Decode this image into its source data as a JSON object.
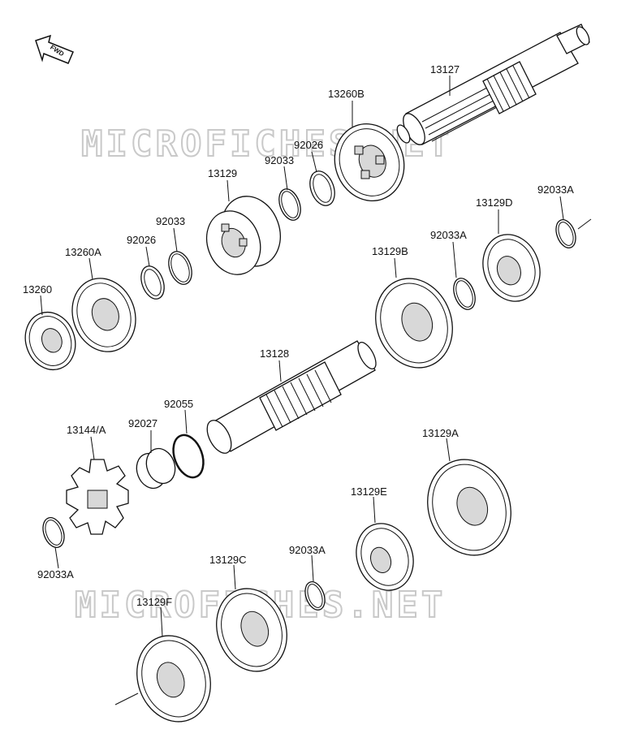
{
  "fwd_label": "FWD",
  "watermark": "MICROFICHES.NET",
  "parts": [
    {
      "id": "p13127",
      "number": "13127"
    },
    {
      "id": "p13260B",
      "number": "13260B"
    },
    {
      "id": "p92026a",
      "number": "92026"
    },
    {
      "id": "p92033a",
      "number": "92033"
    },
    {
      "id": "p13129",
      "number": "13129"
    },
    {
      "id": "p92033b",
      "number": "92033"
    },
    {
      "id": "p92026b",
      "number": "92026"
    },
    {
      "id": "p13260A",
      "number": "13260A"
    },
    {
      "id": "p13260",
      "number": "13260"
    },
    {
      "id": "p92033Aa",
      "number": "92033A"
    },
    {
      "id": "p13129D",
      "number": "13129D"
    },
    {
      "id": "p92033Ab",
      "number": "92033A"
    },
    {
      "id": "p13129B",
      "number": "13129B"
    },
    {
      "id": "p13128",
      "number": "13128"
    },
    {
      "id": "p92055",
      "number": "92055"
    },
    {
      "id": "p92027",
      "number": "92027"
    },
    {
      "id": "p13144A",
      "number": "13144/A"
    },
    {
      "id": "p92033Ac",
      "number": "92033A"
    },
    {
      "id": "p13129A",
      "number": "13129A"
    },
    {
      "id": "p13129E",
      "number": "13129E"
    },
    {
      "id": "p92033Ad",
      "number": "92033A"
    },
    {
      "id": "p13129C",
      "number": "13129C"
    },
    {
      "id": "p13129F",
      "number": "13129F"
    }
  ]
}
